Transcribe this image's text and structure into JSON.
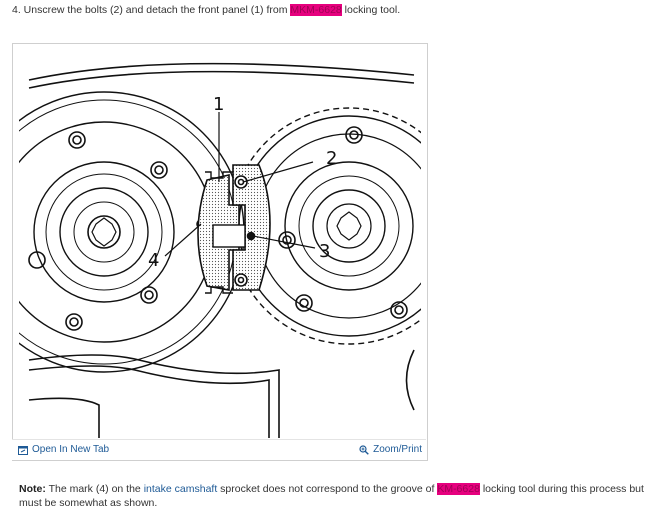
{
  "step": {
    "prefix": "4. Unscrew the bolts (2) and detach the front panel (1) from ",
    "tool": "MKM-6628",
    "suffix": " locking tool."
  },
  "figure": {
    "callouts": {
      "c1": "1",
      "c2": "2",
      "c3": "3",
      "c4": "4"
    }
  },
  "toolbar": {
    "open_label": "Open In New Tab",
    "zoom_label": "Zoom/Print"
  },
  "note": {
    "label": "Note:",
    "part1": " The mark (4) on the ",
    "link": "intake camshaft",
    "part2": " sprocket does not correspond to the groove of ",
    "tool": "KM-6628",
    "part3": " locking tool during this process but must be somewhat as shown."
  },
  "colors": {
    "highlight": "#e6007e",
    "link": "#1e5a96"
  }
}
